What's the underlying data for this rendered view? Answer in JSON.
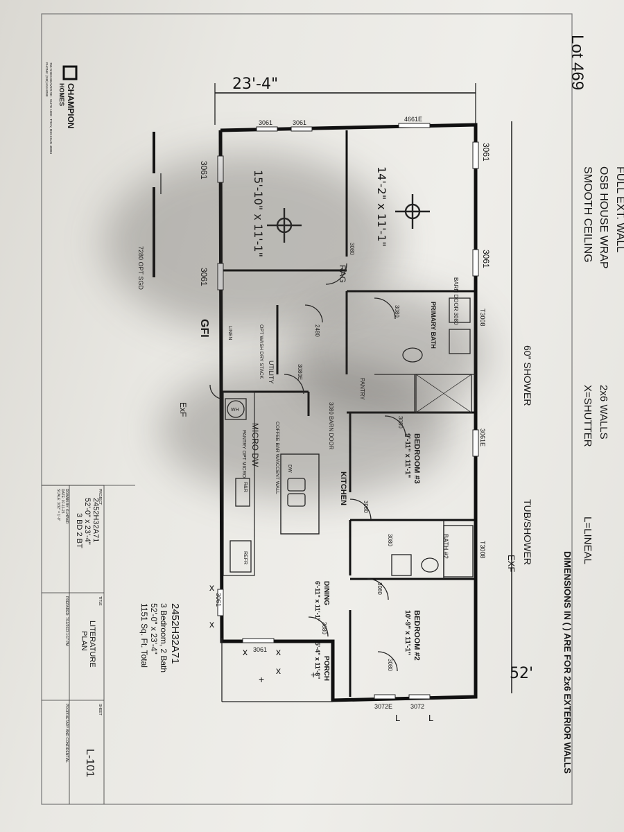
{
  "brand": {
    "name": "CHAMPION",
    "sub": "HOMES",
    "address": "755 W BIG BEAVER RD · SUITE 1000 · TROY, MICHIGAN 48084",
    "phone": "PHONE: (248) 614-8200"
  },
  "handwritten": {
    "lot": "Lot 469",
    "top_dim": "23'-4\"",
    "notes": [
      "FULL EXT. WALL",
      "OSB HOUSE WRAP",
      "SMOOTH CEILING"
    ],
    "legend": [
      "2x6 WALLS",
      "X=SHUTTER",
      "L=LINEAL"
    ],
    "side_dim": "52'",
    "shower": "60\" SHOWER",
    "tub": "TUB/SHOWER",
    "exf_bath": "EXF",
    "exf_util": "ExF",
    "gfi": "GFI",
    "micro_dw": "MICRO  DW",
    "dim_living": "15'-10\" x 11'-1\"",
    "dim_primary": "14'-2\" x 11'-1\"",
    "window_3061": "3061",
    "rag": "RAG"
  },
  "dimensions_note": "DIMENSIONS IN ( ) ARE FOR 2x6 EXTERIOR WALLS",
  "plan_info": {
    "model": "2452H32A71",
    "beds_baths": "3 Bedroom, 2 Bath",
    "size": "52'-0\" x 23'-4\"",
    "sqft": "1151 Sq. Ft. Total"
  },
  "rooms": {
    "bedroom3": "BEDROOM #3",
    "bedroom3_dim": "9'-11\" x 11'-1\"",
    "bedroom2": "BEDROOM #2",
    "bedroom2_dim": "10'-9\" x 11'-1\"",
    "kitchen": "KITCHEN",
    "dining": "DINING",
    "dining_dim": "6'-11\" x 11'-1\"",
    "porch": "PORCH",
    "porch_dim": "5'-4\" x 11'-8\"",
    "primary_bath": "PRIMARY BATH",
    "bath2": "BATH #2",
    "utility": "UTILITY",
    "pantry": "PANTRY",
    "barn_door_a": "BARN DOOR 3080",
    "barn_door_b": "3080 BARN DOOR",
    "opt_wash": "OPT WASH DRY STACK",
    "linen": "LINEN",
    "wh": "WH",
    "coffee_bar": "COFFEE BAR W/ACCENT WALL",
    "pantry_opt": "PANTRY OPT MICRO",
    "refr": "REFR",
    "rng": "R&R",
    "dw": "DW",
    "opt_sgd": "7280 OPT SGD"
  },
  "windows": [
    "3061",
    "3061",
    "4661E",
    "3061E",
    "T3008",
    "T3008",
    "3072E",
    "3072",
    "3061",
    "3061"
  ],
  "doors": [
    "3080",
    "3080",
    "3080",
    "3080",
    "3080",
    "3080",
    "2480",
    "3080E",
    "3680",
    "3080"
  ],
  "title_block": {
    "project_label": "PROJECT",
    "project": "2452H32A71",
    "size": "52'-0\" x 23'-4\"",
    "beds": "3 BD 2 BT",
    "drawn": "DRAWN BY: KLHPAIR",
    "date": "DATE: 07-11-23",
    "scale": "SCALE: 3/32\" = 1'-0\"",
    "title_label": "TITLE",
    "title1": "LITERATURE",
    "title2": "PLAN",
    "sheet_label": "SHEET",
    "sheet": "L-101",
    "proprietary": "PROPRIETARY AND CONFIDENTIAL",
    "prepared": "PREPARED: 7/11/2023 1:17 PM"
  }
}
